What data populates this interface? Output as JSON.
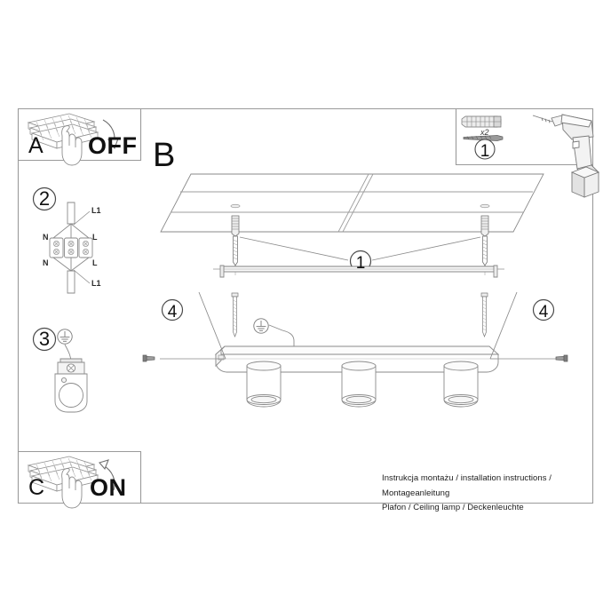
{
  "document": {
    "type": "installation-instruction-sheet",
    "product": "Plafon / Ceiling lamp / Deckenleuchte",
    "caption_line_1": "Instrukcja montażu / installation instructions / Montageanleitung",
    "caption_line_2": "Plafon / Ceiling lamp / Deckenleuchte"
  },
  "panels": {
    "a": {
      "letter": "A",
      "action_label": "OFF",
      "icon": "wall-switch-panel-with-hand",
      "arrow": "curved-arrow-down"
    },
    "c": {
      "letter": "C",
      "action_label": "ON",
      "icon": "wall-switch-panel-with-hand",
      "arrow": "curved-arrow-up"
    },
    "b": {
      "letter": "B"
    },
    "parts": {
      "callout": "1",
      "quantity": "x2",
      "items": [
        "wall-plug-anchor",
        "screw",
        "power-drill"
      ]
    }
  },
  "steps": [
    {
      "number": "2",
      "icon": "terminal-block-wiring",
      "labels": {
        "top_lead": "L1",
        "bottom_lead": "L1",
        "upper_left": "N",
        "upper_right": "L",
        "lower_left": "N",
        "lower_right": "L"
      }
    },
    {
      "number": "3",
      "icon": "earth-ground-bracket",
      "symbol": "earth-ground-symbol"
    }
  ],
  "callouts": [
    {
      "number": "1",
      "target": "ceiling-anchor-screws"
    },
    {
      "number": "4",
      "target": "lamp-side-set-screw-left",
      "side": "left"
    },
    {
      "number": "4",
      "target": "lamp-side-set-screw-right",
      "side": "right"
    }
  ],
  "assembly": {
    "ceiling": "ceiling-surface-perspective",
    "mounting_bar": "mounting-bracket-bar",
    "lamp_body": "rectangular-lamp-housing",
    "spotlight_count": 3,
    "earth_symbol": "earth-ground-symbol"
  },
  "colors": {
    "line": "#8a8a8a",
    "line_dark": "#4a4a4a",
    "frame": "#9a9a9a",
    "text": "#111111",
    "fill": "#ffffff",
    "shade": "#f2f2f2"
  }
}
